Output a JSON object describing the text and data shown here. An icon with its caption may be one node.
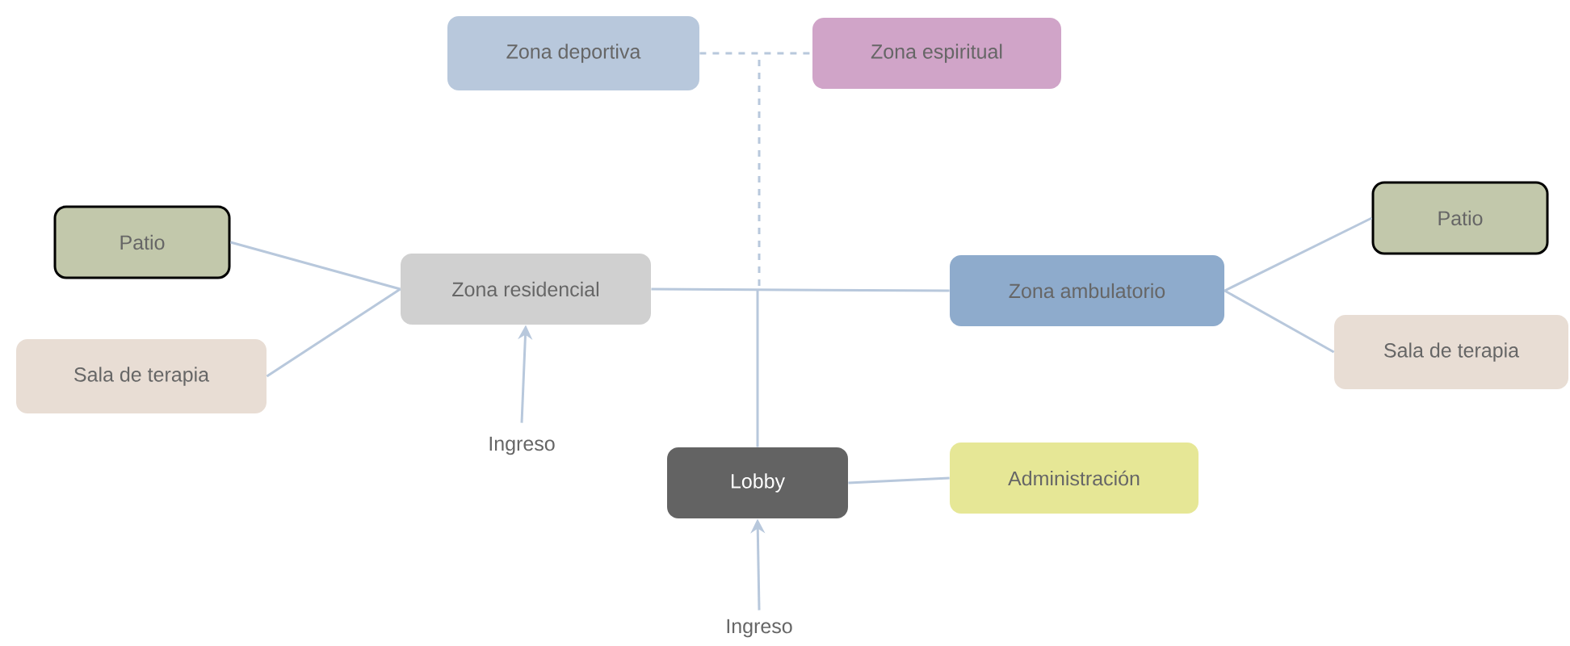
{
  "diagram": {
    "nodes": [
      {
        "text": [
          "Zona deportiva"
        ]
      },
      {
        "text": [
          "Zona espiritual"
        ]
      },
      {
        "text": [
          "Patio"
        ]
      },
      {
        "text": [
          "Sala de terapia"
        ]
      },
      {
        "text": [
          "Zona residencial"
        ]
      },
      {
        "text": [
          "Zona ambulatorio"
        ]
      },
      {
        "text": [
          "Patio"
        ]
      },
      {
        "text": [
          "Sala de terapia"
        ]
      },
      {
        "text": [
          "Ingreso"
        ]
      },
      {
        "text": [
          "Lobby"
        ]
      },
      {
        "text": [
          "Administración"
        ]
      },
      {
        "text": [
          "Ingreso"
        ]
      }
    ],
    "edges": [
      {
        "from": 0,
        "to": 1,
        "arrow": "none",
        "style": "dashed"
      },
      {
        "from": 4,
        "to": 5,
        "arrow": "none"
      },
      {
        "from": 9,
        "to": null,
        "arrow": "none"
      },
      {
        "from": 4,
        "to": 2,
        "arrow": "none"
      },
      {
        "from": 4,
        "to": 3,
        "arrow": "none"
      },
      {
        "from": 5,
        "to": 6,
        "arrow": "none"
      },
      {
        "from": 5,
        "to": 7,
        "arrow": "none"
      },
      {
        "from": 9,
        "to": 10,
        "arrow": "none"
      },
      {
        "from": 8,
        "to": 4,
        "arrow": "to"
      },
      {
        "from": 11,
        "to": 9,
        "arrow": "to"
      }
    ]
  }
}
